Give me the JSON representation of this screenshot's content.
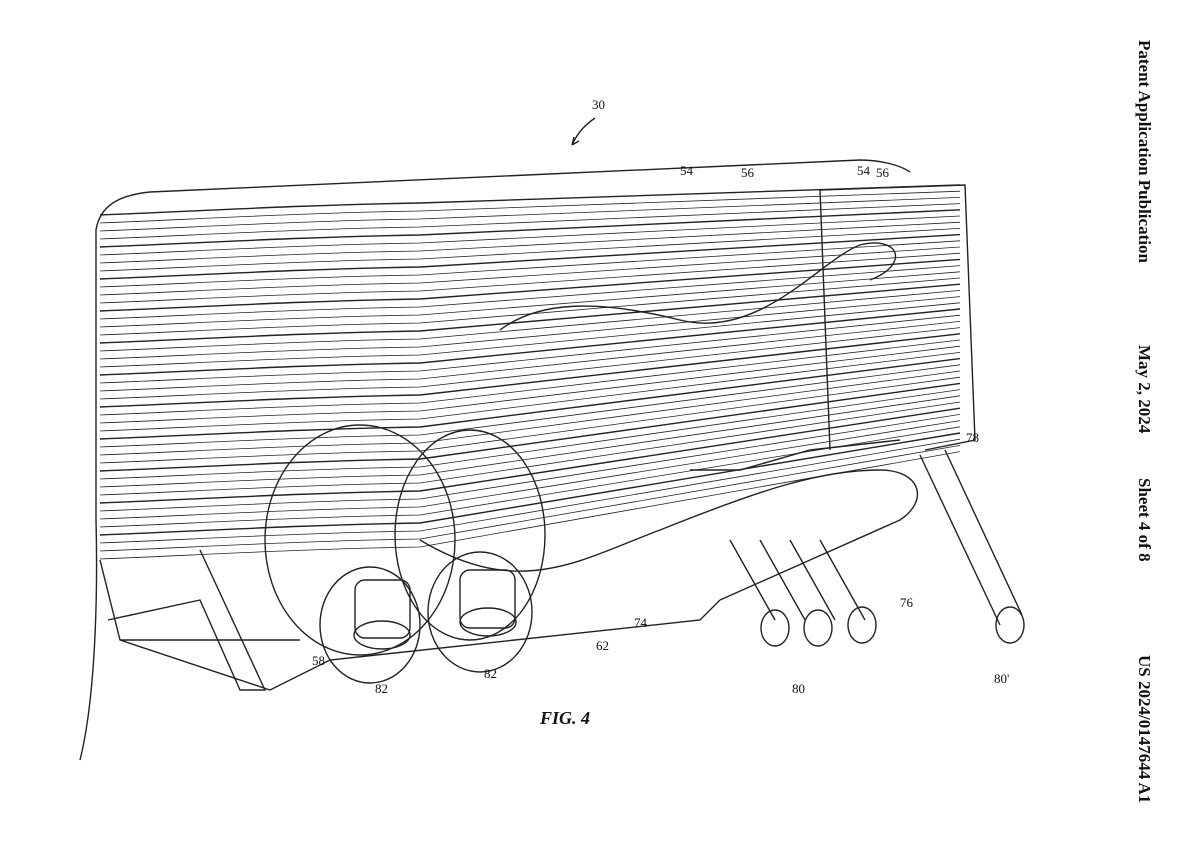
{
  "header": {
    "publication_type": "Patent Application Publication",
    "date": "May 2, 2024",
    "sheet": "Sheet 4 of 8",
    "publication_number": "US 2024/0147644 A1"
  },
  "figure": {
    "caption": "FIG. 4",
    "reference_numerals": [
      "30",
      "54",
      "56",
      "54",
      "56",
      "78",
      "76",
      "62",
      "74",
      "58",
      "82",
      "82",
      "80",
      "80'"
    ]
  }
}
